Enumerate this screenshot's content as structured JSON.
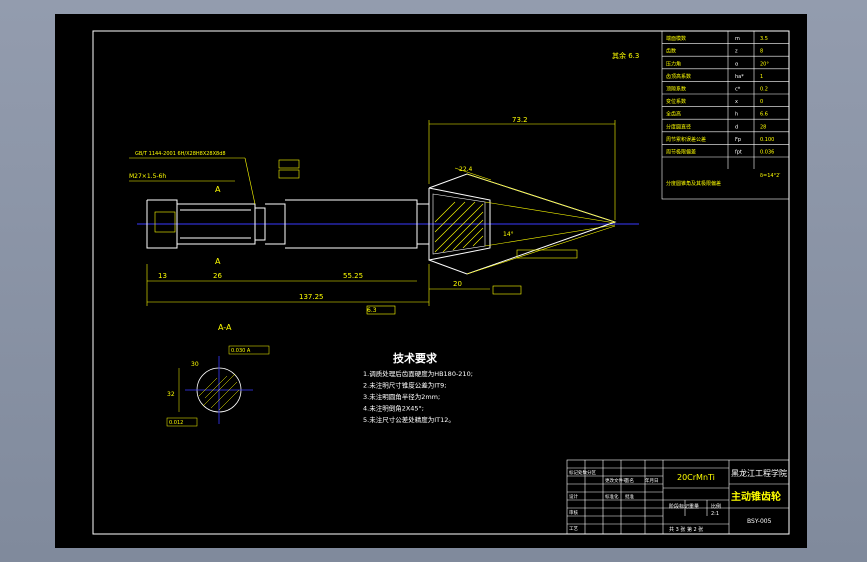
{
  "drawing": {
    "roughness_note": "其余 6.3",
    "params": [
      {
        "name": "端面模数",
        "sym": "m",
        "val": "3.5"
      },
      {
        "name": "齿数",
        "sym": "z",
        "val": "8"
      },
      {
        "name": "压力角",
        "sym": "α",
        "val": "20°"
      },
      {
        "name": "齿顶高系数",
        "sym": "ha*",
        "val": "1"
      },
      {
        "name": "顶隙系数",
        "sym": "c*",
        "val": "0.2"
      },
      {
        "name": "变位系数",
        "sym": "x",
        "val": "0"
      },
      {
        "name": "全齿高",
        "sym": "h",
        "val": "6.6"
      },
      {
        "name": "分度圆直径",
        "sym": "d",
        "val": "28"
      },
      {
        "name": "周节累积误差公差",
        "sym": "Fp",
        "val": "0.100"
      },
      {
        "name": "周节极限偏差",
        "sym": "fpt",
        "val": "0.036"
      },
      {
        "name": "分度圆锥角及其极限偏差",
        "sym": "",
        "val": "δ=14°2′"
      }
    ],
    "dims": {
      "overall": "137.25",
      "cone_len": "73.2",
      "shaft_mid": "55.25",
      "d13": "13",
      "d26": "26",
      "d20": "20",
      "gear_w": "22.4",
      "angle": "14°",
      "rough": "6.3",
      "thread": "M27×1.5-6h",
      "fit_note": "GB/T 1144-2001 6H/X28H8X28X8d8",
      "section_label": "A-A",
      "cut_a": "A"
    },
    "section": {
      "tol1": "0.030 A",
      "tol2": "0.012",
      "d32": "32",
      "d30": "30"
    },
    "tech_req": {
      "title": "技术要求",
      "items": [
        "1.调质处理后齿面硬度为HB180-210;",
        "2.未注明尺寸锥度公差为IT9;",
        "3.未注明圆角半径为2mm;",
        "4.未注明倒角2X45°;",
        "5.未注尺寸公差处精度为IT12。"
      ]
    },
    "title_block": {
      "material": "20CrMnTi",
      "school": "黑龙江工程学院",
      "part_name": "主动锥齿轮",
      "drawing_no": "BSY-005",
      "scale_label": "比例",
      "scale": "2:1",
      "weight_label": "重量",
      "stage_label": "阶段标记",
      "sheet": "共 3 张  第 2 张",
      "rows": [
        "标记处数分区",
        "设计",
        "审核",
        "工艺"
      ],
      "cols": [
        "更改文件号",
        "签名",
        "年月日",
        "标准化",
        "批准"
      ]
    }
  }
}
